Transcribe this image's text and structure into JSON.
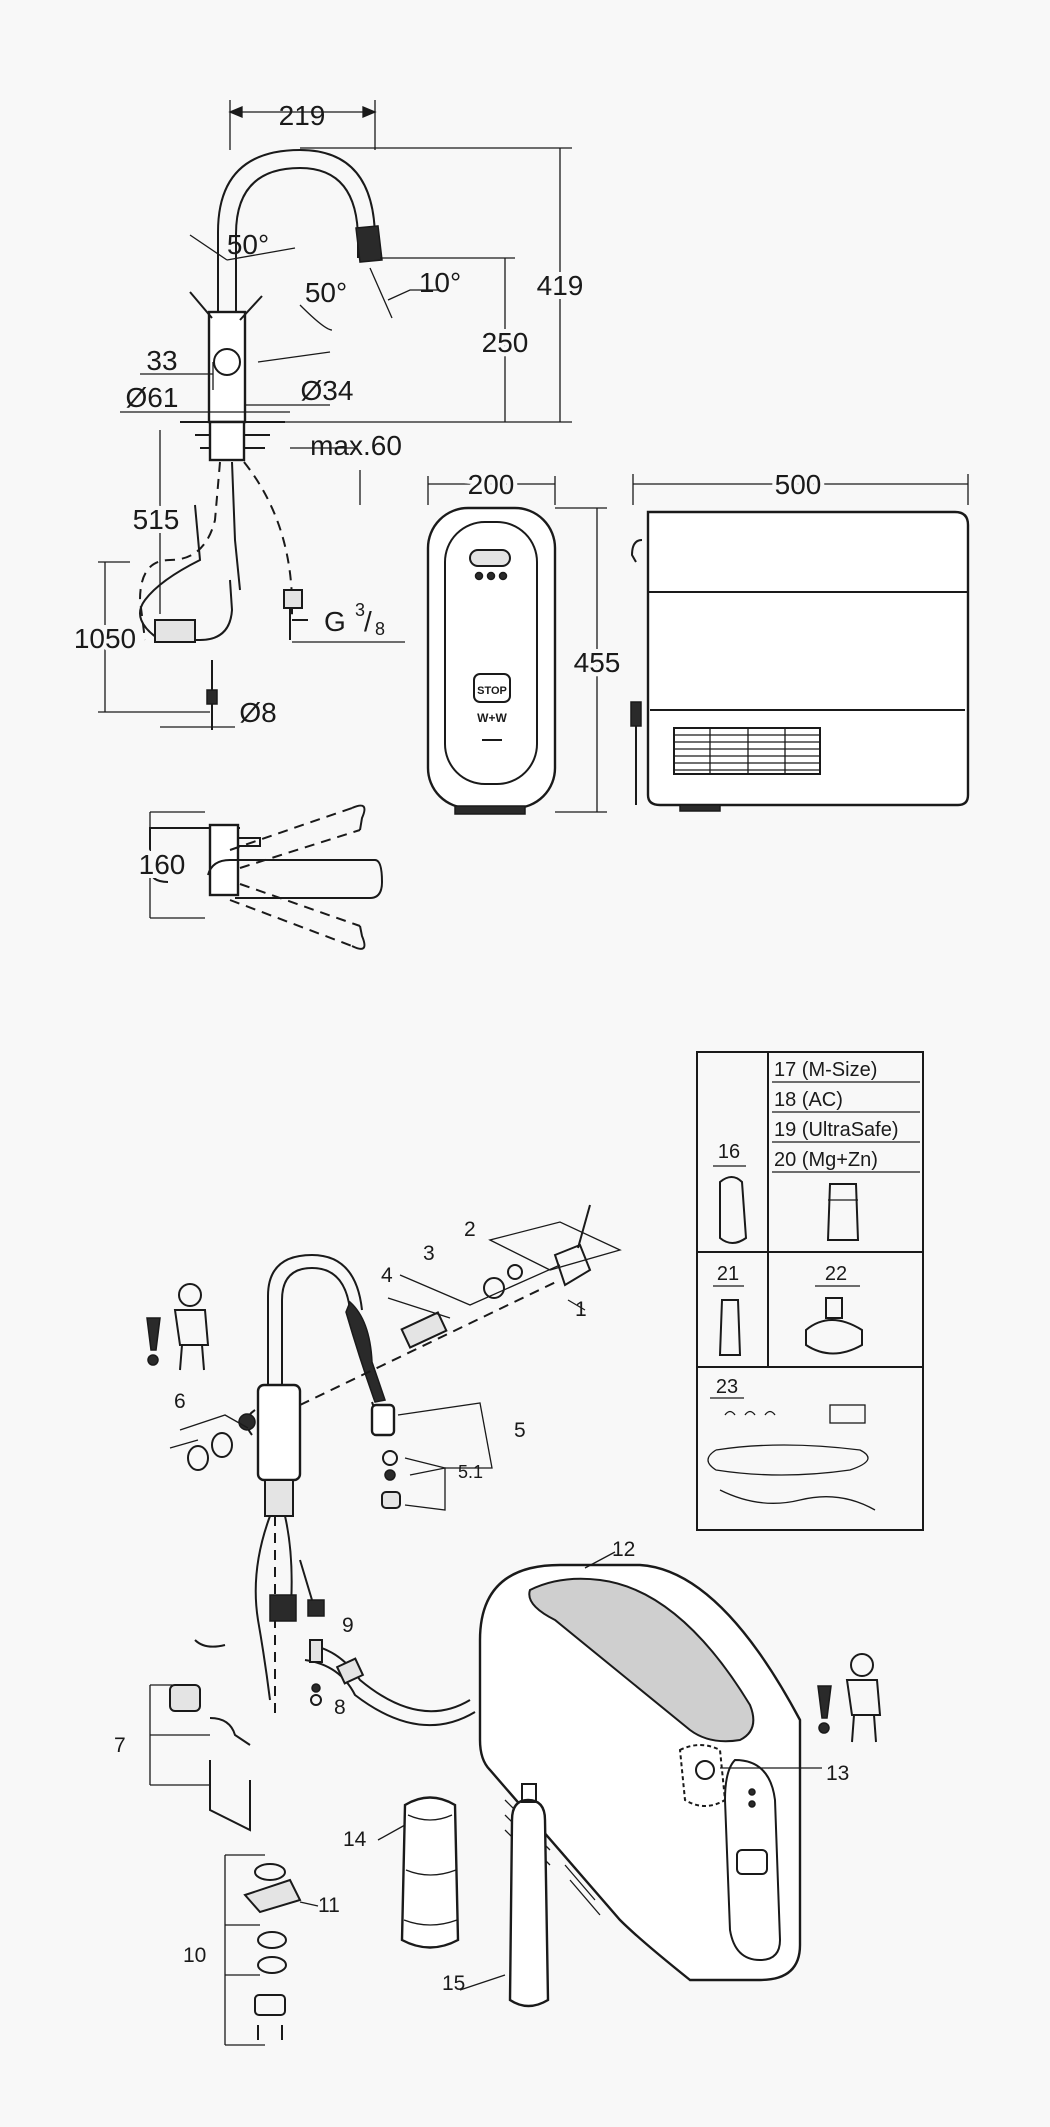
{
  "dimensions": {
    "spout_reach": "219",
    "lever_angle_top": "50°",
    "lever_angle_side": "50°",
    "spout_tilt": "10°",
    "total_height": "419",
    "outlet_height": "250",
    "lever_offset": "33",
    "base_diameter": "Ø61",
    "hole_diameter": "Ø34",
    "counter_thickness": "max.60",
    "hose_length_upper": "515",
    "hose_length_total": "1050",
    "thread_G": "G",
    "thread_num": "3",
    "thread_den": "8",
    "pipe_diameter": "Ø8",
    "swivel_depth": "160",
    "chiller_width": "200",
    "chiller_height": "455",
    "chiller_depth": "500"
  },
  "callouts": {
    "c1": "1",
    "c2": "2",
    "c3": "3",
    "c4": "4",
    "c5": "5",
    "c5_1": "5.1",
    "c6": "6",
    "c7": "7",
    "c8": "8",
    "c9": "9",
    "c10": "10",
    "c11": "11",
    "c12": "12",
    "c13": "13",
    "c14": "14",
    "c15": "15"
  },
  "accessory_table": {
    "filter_variants": [
      "17 (M-Size)",
      "18 (AC)",
      "19 (UltraSafe)",
      "20 (Mg+Zn)"
    ],
    "item16": "16",
    "item21": "21",
    "item22": "22",
    "item23": "23"
  },
  "device_panel": {
    "button_text": "STOP",
    "mode_text": "W+W"
  }
}
